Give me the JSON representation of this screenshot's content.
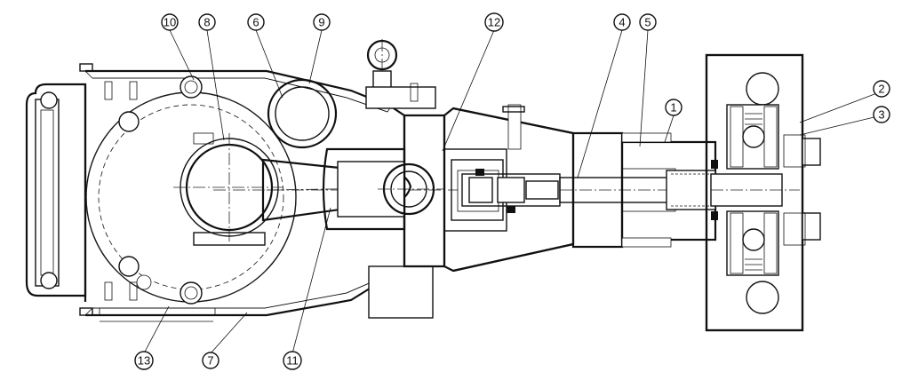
{
  "callouts": [
    {
      "id": "c10",
      "label": "10"
    },
    {
      "id": "c8",
      "label": "8"
    },
    {
      "id": "c6",
      "label": "6"
    },
    {
      "id": "c9",
      "label": "9"
    },
    {
      "id": "c12",
      "label": "12"
    },
    {
      "id": "c4",
      "label": "4"
    },
    {
      "id": "c5",
      "label": "5"
    },
    {
      "id": "c1",
      "label": "1"
    },
    {
      "id": "c2",
      "label": "2"
    },
    {
      "id": "c3",
      "label": "3"
    },
    {
      "id": "c13",
      "label": "13"
    },
    {
      "id": "c7",
      "label": "7"
    },
    {
      "id": "c11",
      "label": "11"
    }
  ]
}
